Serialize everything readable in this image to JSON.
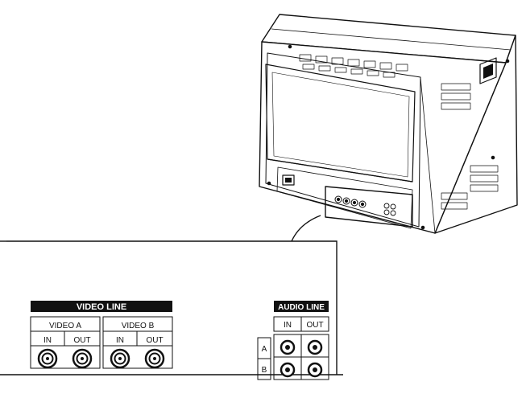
{
  "video_line": {
    "title": "VIDEO LINE",
    "channel_a": "VIDEO A",
    "channel_b": "VIDEO B",
    "in_label": "IN",
    "out_label": "OUT"
  },
  "audio_line": {
    "title": "AUDIO LINE",
    "in_label": "IN",
    "out_label": "OUT",
    "row_a": "A",
    "row_b": "B"
  },
  "icons": [
    "monitor-illustration",
    "bnc-connector-icon",
    "rca-jack-icon",
    "fan-vent-icon"
  ],
  "colors": {
    "line": "#111111",
    "label_bar": "#111111",
    "background": "#ffffff"
  }
}
